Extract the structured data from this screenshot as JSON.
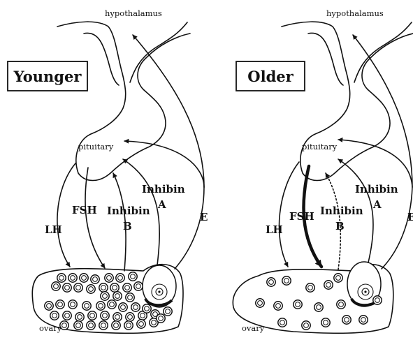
{
  "panels": [
    {
      "id": "younger",
      "title": "Younger",
      "labels": {
        "hypothalamus": "hypothalamus",
        "pituitary": "pituitary",
        "ovary": "ovary",
        "lh": "LH",
        "fsh": "FSH",
        "inhibin_b_1": "Inhibin",
        "inhibin_b_2": "B",
        "inhibin_a_1": "Inhibin",
        "inhibin_a_2": "A",
        "e": "E"
      }
    },
    {
      "id": "older",
      "title": "Older",
      "labels": {
        "hypothalamus": "hypothalamus",
        "pituitary": "pituitary",
        "ovary": "ovary",
        "lh": "LH",
        "fsh": "FSH",
        "inhibin_b_1": "Inhibin",
        "inhibin_b_2": "B",
        "inhibin_a_1": "Inhibin",
        "inhibin_a_2": "A",
        "e": "E"
      }
    }
  ],
  "colors": {
    "ink": "#111111",
    "background": "#ffffff"
  }
}
